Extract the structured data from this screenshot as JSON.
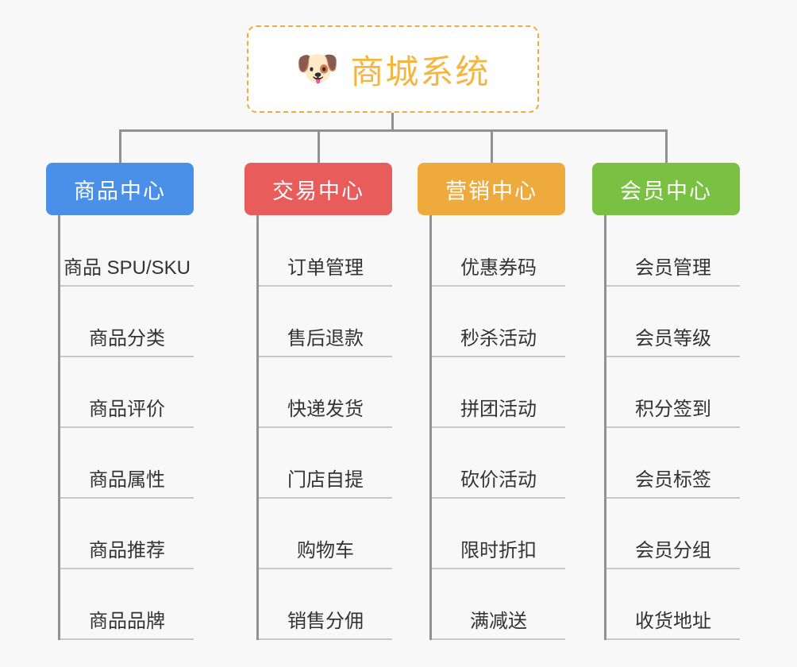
{
  "root": {
    "icon": "shiba-dog-face-icon",
    "icon_glyph": "🐶",
    "title": "商城系统",
    "title_color": "#f5b53f",
    "border_color": "#f0ab3d",
    "border_style": "dashed"
  },
  "page": {
    "background_color": "#f8f8f8",
    "connector_color": "#919191",
    "leaf_text_color": "#333333",
    "leaf_underline_color": "#c9c9c9"
  },
  "branches": [
    {
      "label": "商品中心",
      "color": "#4a90e8",
      "leaves": [
        "商品 SPU/SKU",
        "商品分类",
        "商品评价",
        "商品属性",
        "商品推荐",
        "商品品牌"
      ]
    },
    {
      "label": "交易中心",
      "color": "#e85c5c",
      "leaves": [
        "订单管理",
        "售后退款",
        "快递发货",
        "门店自提",
        "购物车",
        "销售分佣"
      ]
    },
    {
      "label": "营销中心",
      "color": "#eeaa3c",
      "leaves": [
        "优惠券码",
        "秒杀活动",
        "拼团活动",
        "砍价活动",
        "限时折扣",
        "满减送"
      ]
    },
    {
      "label": "会员中心",
      "color": "#7ac143",
      "leaves": [
        "会员管理",
        "会员等级",
        "积分签到",
        "会员标签",
        "会员分组",
        "收货地址"
      ]
    }
  ]
}
